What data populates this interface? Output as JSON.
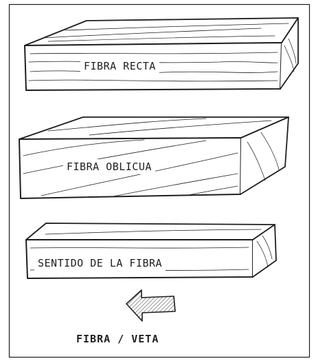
{
  "figure": {
    "labels": {
      "straight_grain": "FIBRA RECTA",
      "oblique_grain": "FIBRA OBLICUA",
      "grain_direction": "SENTIDO DE LA FIBRA"
    },
    "caption": "FIBRA / VETA",
    "colors": {
      "ink": "#1e1e1e",
      "arrow_hatch": "#555555",
      "background": "#ffffff"
    },
    "icons": {
      "direction_arrow": "arrow-left-icon"
    }
  }
}
